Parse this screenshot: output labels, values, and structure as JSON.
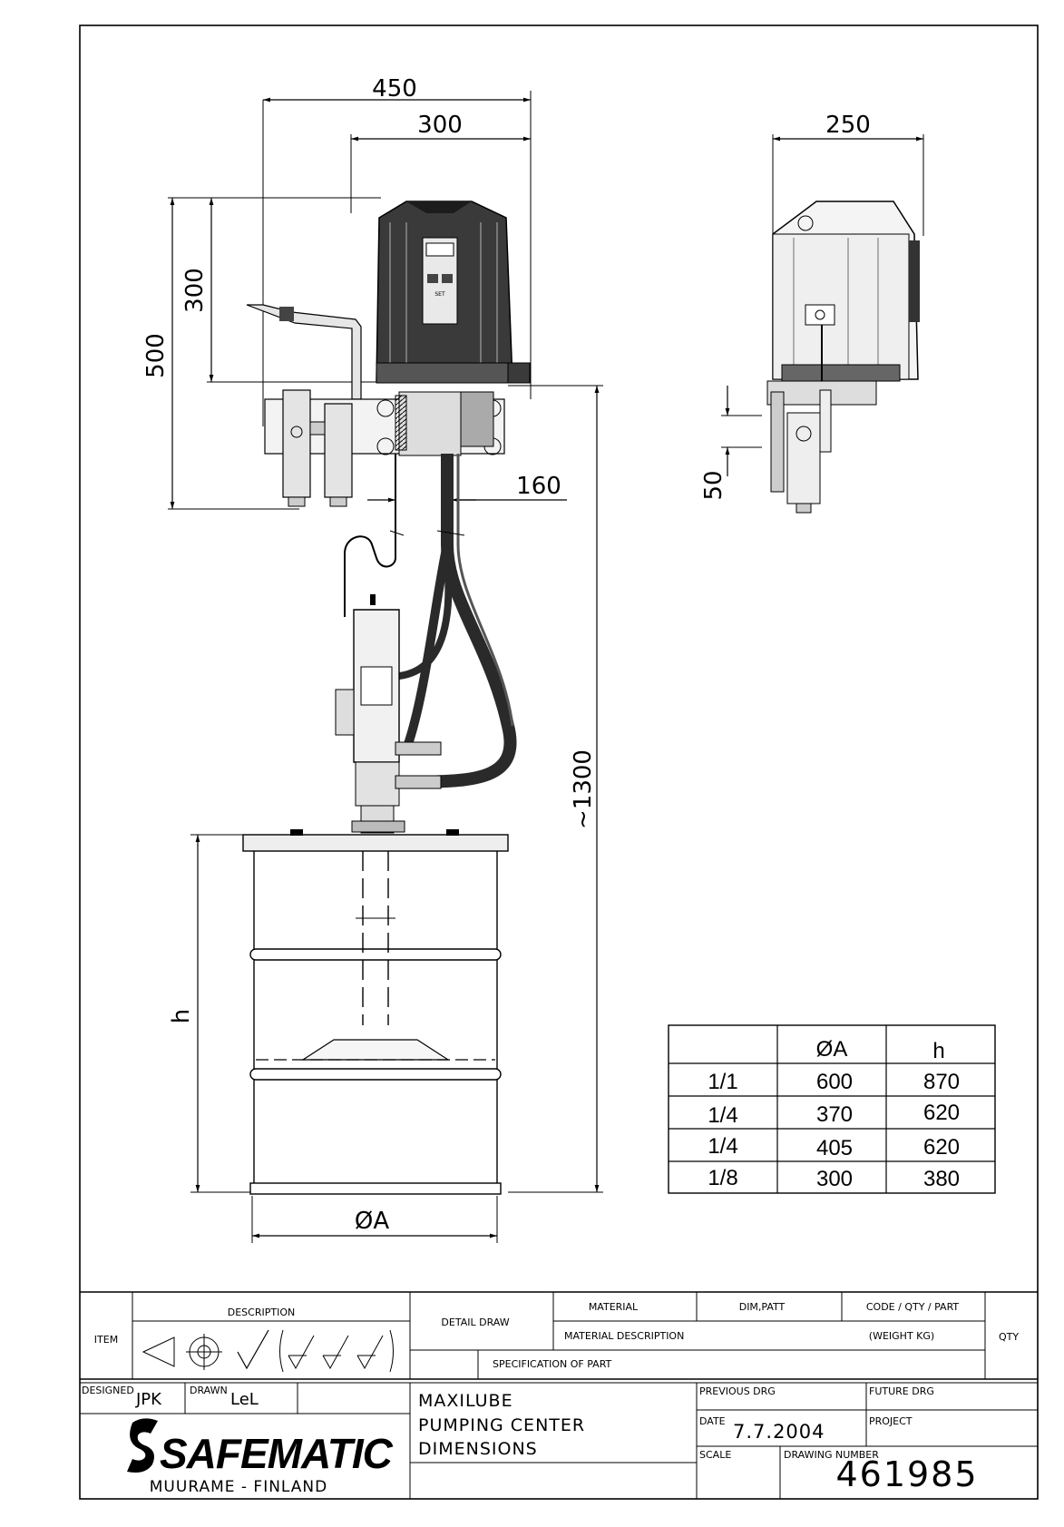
{
  "dimensions": {
    "d450": "450",
    "d300_top": "300",
    "d250": "250",
    "d300_side": "300",
    "d500": "500",
    "d160": "160",
    "d1300": "~1300",
    "d50": "50",
    "dh": "h",
    "dOA": "ØA"
  },
  "control_panel_button": "SET",
  "size_table": {
    "headers": [
      "",
      "ØA",
      "h"
    ],
    "rows": [
      [
        "1/1",
        "600",
        "870"
      ],
      [
        "1/4",
        "370",
        "620"
      ],
      [
        "1/4",
        "405",
        "620"
      ],
      [
        "1/8",
        "300",
        "380"
      ]
    ]
  },
  "title_block": {
    "item": "ITEM",
    "description": "DESCRIPTION",
    "detail_draw": "DETAIL DRAW",
    "material": "MATERIAL",
    "dim_patt": "DIM,PATT",
    "code_qty_part": "CODE / QTY / PART",
    "qty": "QTY",
    "material_description": "MATERIAL DESCRIPTION",
    "weight": "(WEIGHT KG)",
    "specification": "SPECIFICATION OF PART",
    "designed_label": "DESIGNED",
    "designed_value": "JPK",
    "drawn_label": "DRAWN",
    "drawn_value": "LeL",
    "title_line1": "MAXILUBE",
    "title_line2": "PUMPING CENTER",
    "title_line3": "DIMENSIONS",
    "previous_drg": "PREVIOUS DRG",
    "future_drg": "FUTURE DRG",
    "date_label": "DATE",
    "date_value": "7.7.2004",
    "project_label": "PROJECT",
    "scale_label": "SCALE",
    "drawing_number_label": "DRAWING NUMBER",
    "drawing_number": "461985",
    "company_logo": "SAFEMATIC",
    "company_location": "MUURAME - FINLAND"
  }
}
